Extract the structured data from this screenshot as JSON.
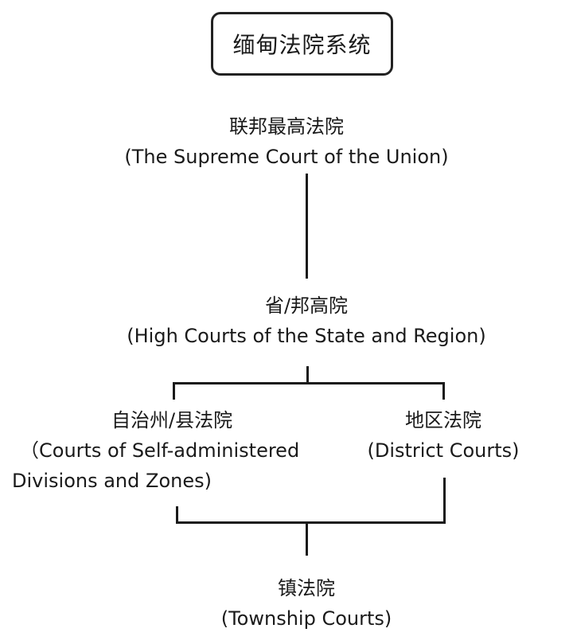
{
  "title": "缅甸法院系统",
  "nodes": {
    "supreme": {
      "zh": "联邦最高法院",
      "en": "(The Supreme Court of the Union)"
    },
    "high": {
      "zh": "省/邦高院",
      "en": "(High Courts of the State and Region)"
    },
    "self_admin": {
      "zh": "自治州/县法院",
      "en_line1": "（Courts of Self-administered",
      "en_line2": "Divisions and Zones)"
    },
    "district": {
      "zh": "地区法院",
      "en": "(District Courts)"
    },
    "township": {
      "zh": "镇法院",
      "en": "(Township Courts)"
    }
  }
}
